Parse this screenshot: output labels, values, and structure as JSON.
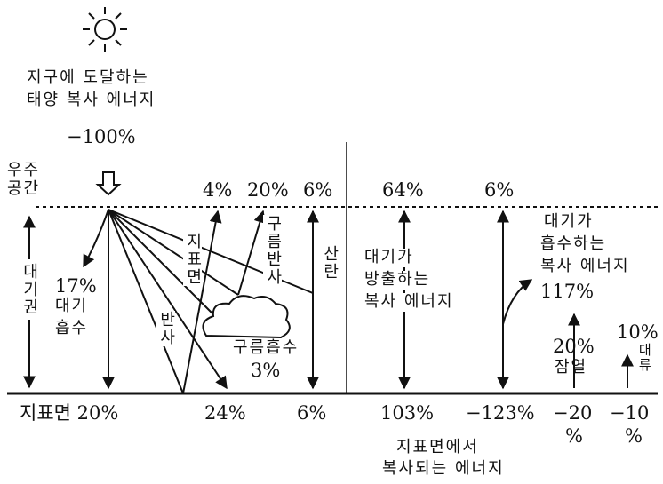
{
  "top": {
    "title_line1": "지구에 도달하는",
    "title_line2": "태양 복사 에너지",
    "total": "−100%"
  },
  "space_label": {
    "line1": "우주",
    "line2": "공간"
  },
  "atmosphere_label": "대기권",
  "left_panel": {
    "atmos_absorb": {
      "pct": "17%",
      "line1": "대기",
      "line2": "흡수"
    },
    "surface_reflect": "지표면",
    "reflect_char": "반사",
    "cloud_reflect": "구름반사",
    "scatter": "산란",
    "cloud_absorb": {
      "label": "구름흡수",
      "pct": "3%"
    },
    "top_values": [
      "4%",
      "20%",
      "6%"
    ],
    "bottom_values": {
      "surface": "지표면 20%",
      "v24": "24%",
      "v6": "6%"
    }
  },
  "right_panel": {
    "top_values": [
      "64%",
      "6%"
    ],
    "atmos_emit": {
      "line1": "대기가",
      "line2": "방출하는",
      "line3": "복사 에너지"
    },
    "atmos_absorb_radiation": {
      "line1": "대기가",
      "line2": "흡수하는",
      "line3": "복사 에너지",
      "pct": "117%"
    },
    "latent": {
      "pct": "20%",
      "label": "잠열"
    },
    "convection": {
      "pct": "10%",
      "label": "대류"
    },
    "bottom_values": {
      "v103": "103%",
      "v123": "−123%",
      "v20": "−20",
      "v20pct": "%",
      "v10": "−10",
      "v10pct": "%"
    },
    "surface_emit": {
      "line1": "지표면에서",
      "line2": "복사되는 에너지"
    }
  },
  "colors": {
    "ink": "#111111",
    "background": "#ffffff"
  }
}
